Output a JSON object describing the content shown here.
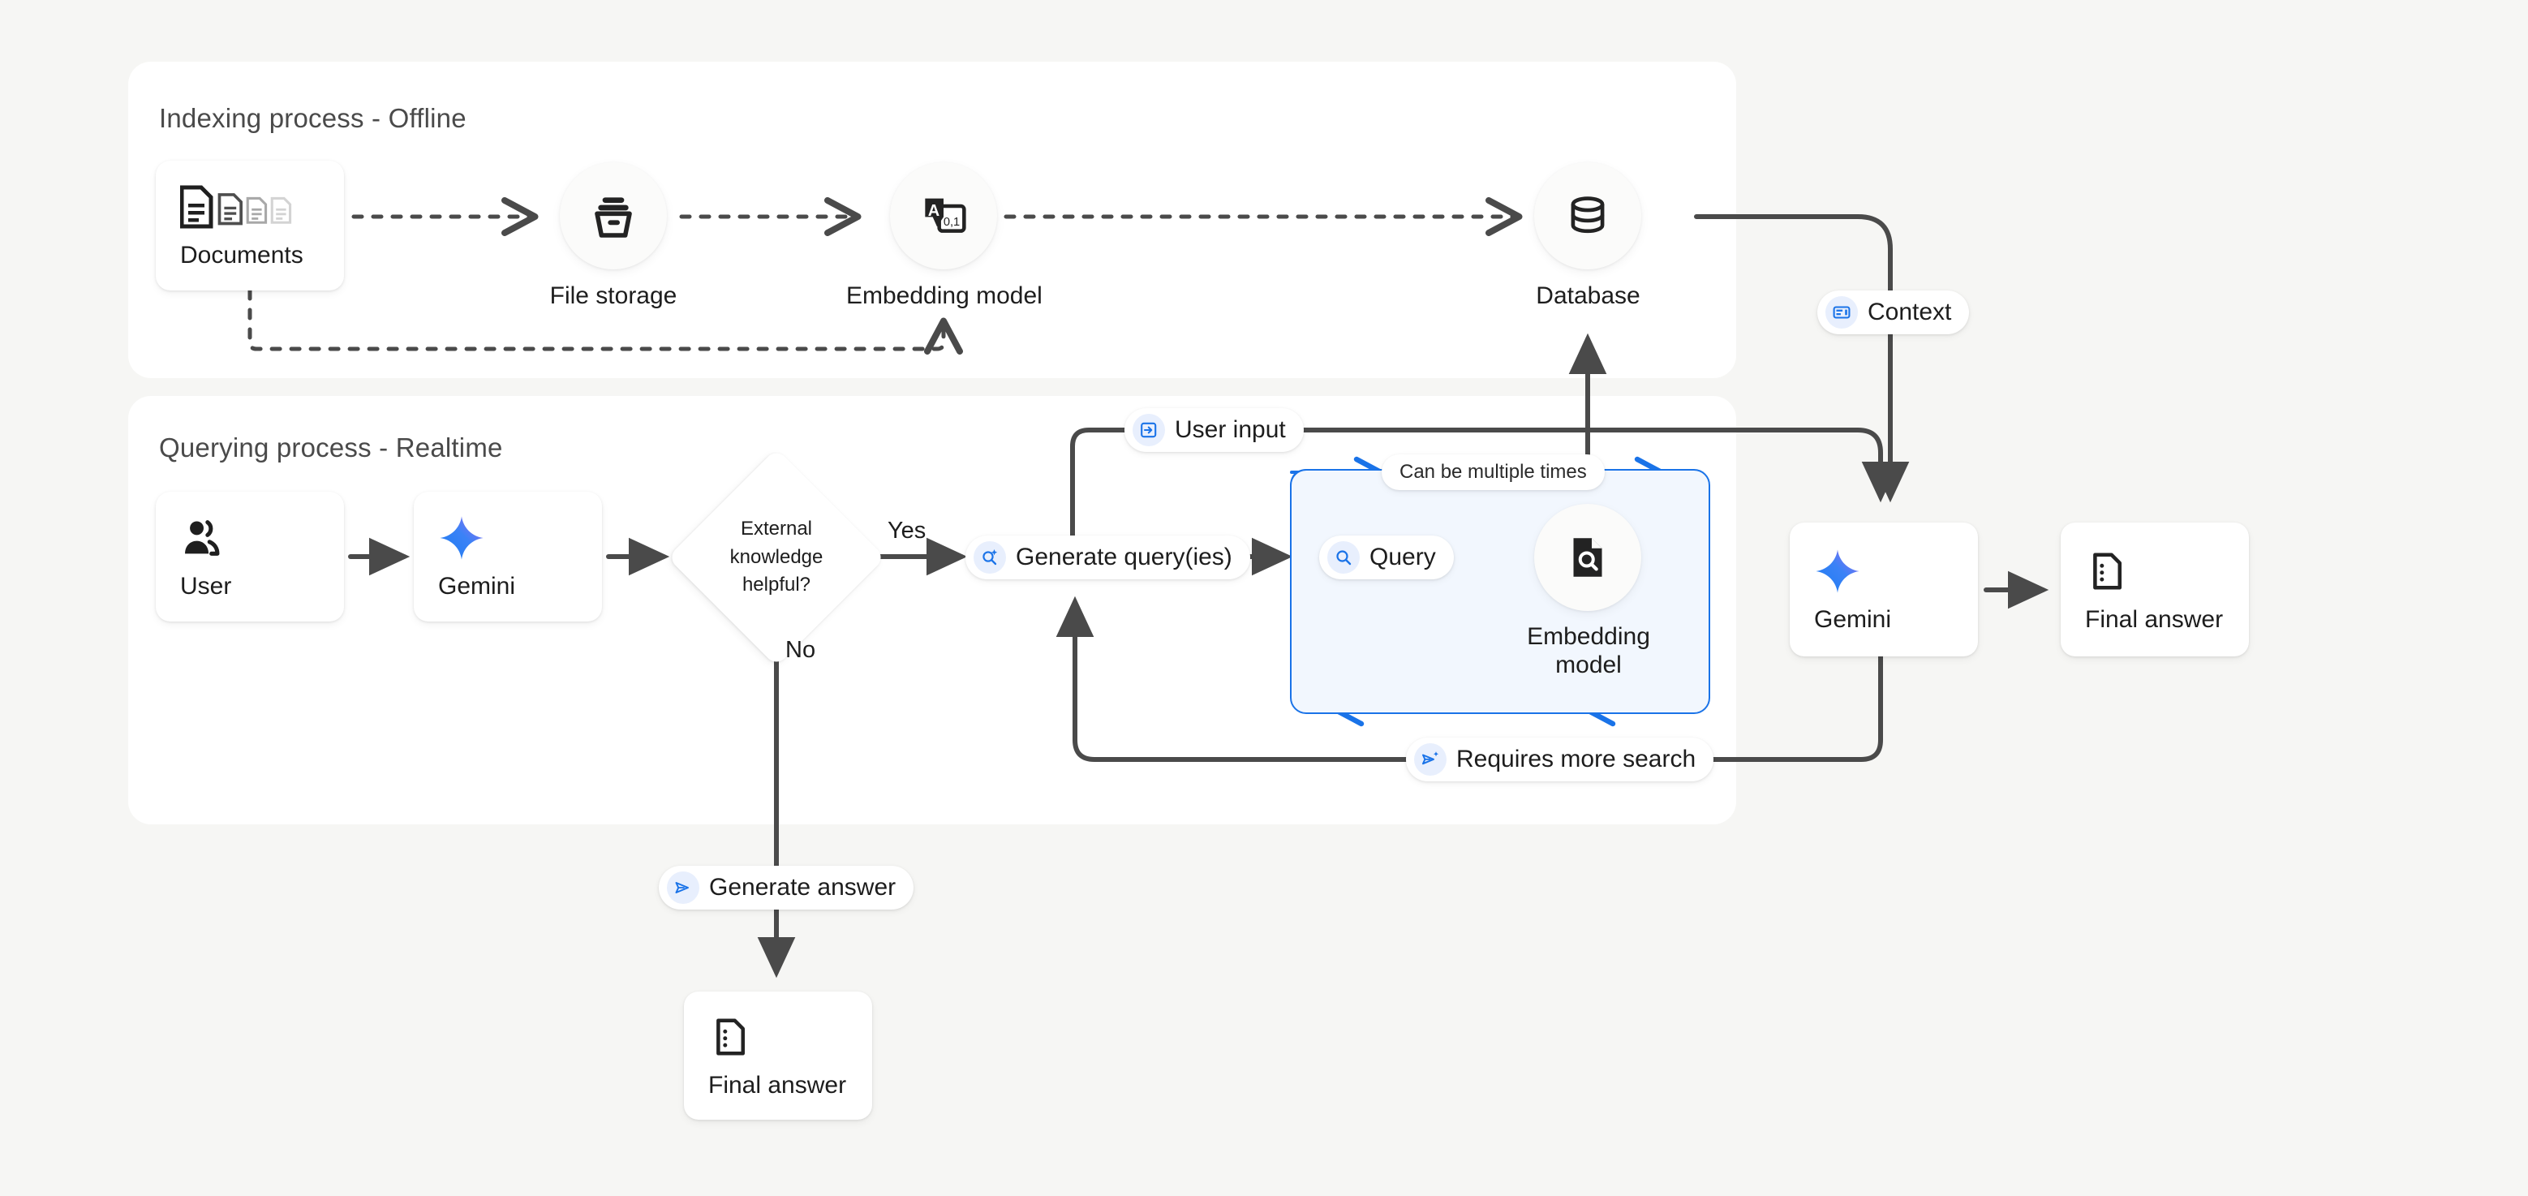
{
  "canvas": {
    "background": "#f6f6f4"
  },
  "colors": {
    "panel": "#ffffff",
    "wire": "#4a4a4a",
    "accent_blue": "#1a73e8",
    "loop_fill": "#f2f7fe",
    "badge_bg": "#e8effd",
    "gemini_from": "#2f7cf6",
    "gemini_to": "#9b6ef3"
  },
  "panels": [
    {
      "title": "Indexing process - Offline"
    },
    {
      "title": "Querying process - Realtime"
    }
  ],
  "indexing": {
    "documents": {
      "label": "Documents",
      "icon": "documents-icon"
    },
    "file_storage": {
      "label": "File storage",
      "icon": "archive-icon"
    },
    "embedding_model": {
      "label": "Embedding model",
      "icon": "translate-embedding-icon"
    },
    "database": {
      "label": "Database",
      "icon": "database-icon"
    }
  },
  "querying": {
    "user": {
      "label": "User",
      "icon": "user-group-icon"
    },
    "gemini_left": {
      "label": "Gemini",
      "icon": "gemini-spark-icon"
    },
    "decision": {
      "text": "External knowledge helpful?",
      "lines": [
        "External",
        "knowledge",
        "helpful?"
      ]
    },
    "yes_label": "Yes",
    "no_label": "No",
    "generate_queries": {
      "label": "Generate query(ies)",
      "icon": "search-spark-icon"
    },
    "user_input": {
      "label": "User input",
      "icon": "input-login-icon"
    },
    "loop": {
      "note": "Can be multiple times",
      "query_pill": {
        "label": "Query",
        "icon": "search-icon"
      },
      "embedding_model": {
        "label": "Embedding model",
        "lines": [
          "Embedding",
          "model"
        ],
        "icon": "document-search-icon"
      }
    },
    "requires_more_search": {
      "label": "Requires more search",
      "icon": "send-spark-icon"
    },
    "context": {
      "label": "Context",
      "icon": "context-panel-icon"
    },
    "gemini_right": {
      "label": "Gemini",
      "icon": "gemini-spark-icon"
    },
    "final_answer_right": {
      "label": "Final answer",
      "icon": "answer-doc-icon"
    },
    "generate_answer": {
      "label": "Generate answer",
      "icon": "send-icon"
    },
    "final_answer_bottom": {
      "label": "Final answer",
      "icon": "answer-doc-icon"
    }
  }
}
